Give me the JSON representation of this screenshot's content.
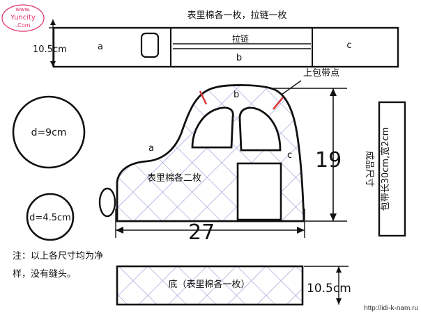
{
  "watermark_top": {
    "line1": "www.",
    "line2": "Yuncity",
    "line3": ".Com"
  },
  "strip": {
    "title": "表里棉各一枚，拉链一枚",
    "height_label": "10.5cm",
    "part_a": "a",
    "part_b": "b",
    "part_c": "c",
    "zipper_label": "拉链"
  },
  "circle_large": {
    "label": "d=9cm"
  },
  "circle_small": {
    "label": "d=4.5cm"
  },
  "side_panel": {
    "label": "表里棉各二枚",
    "edge_a": "a",
    "edge_b": "b",
    "edge_c": "c",
    "strap_point_label": "上包带点",
    "height_dim": "19",
    "width_dim": "27"
  },
  "finished_size": {
    "col1": "成品尺寸",
    "col2": "包带长30cm,宽2cm"
  },
  "note": {
    "line1": "注：以上各尺寸均为净",
    "line2": "样，没有缝头。"
  },
  "bottom": {
    "label": "底（表里棉各一枚）",
    "height_label": "10.5cm"
  },
  "watermark_bottom": "http://idi-k-nam.ru",
  "colors": {
    "ink": "#111111",
    "grid": "#a9aedc",
    "accent": "#d83a3a",
    "wm": "#e0306a"
  }
}
